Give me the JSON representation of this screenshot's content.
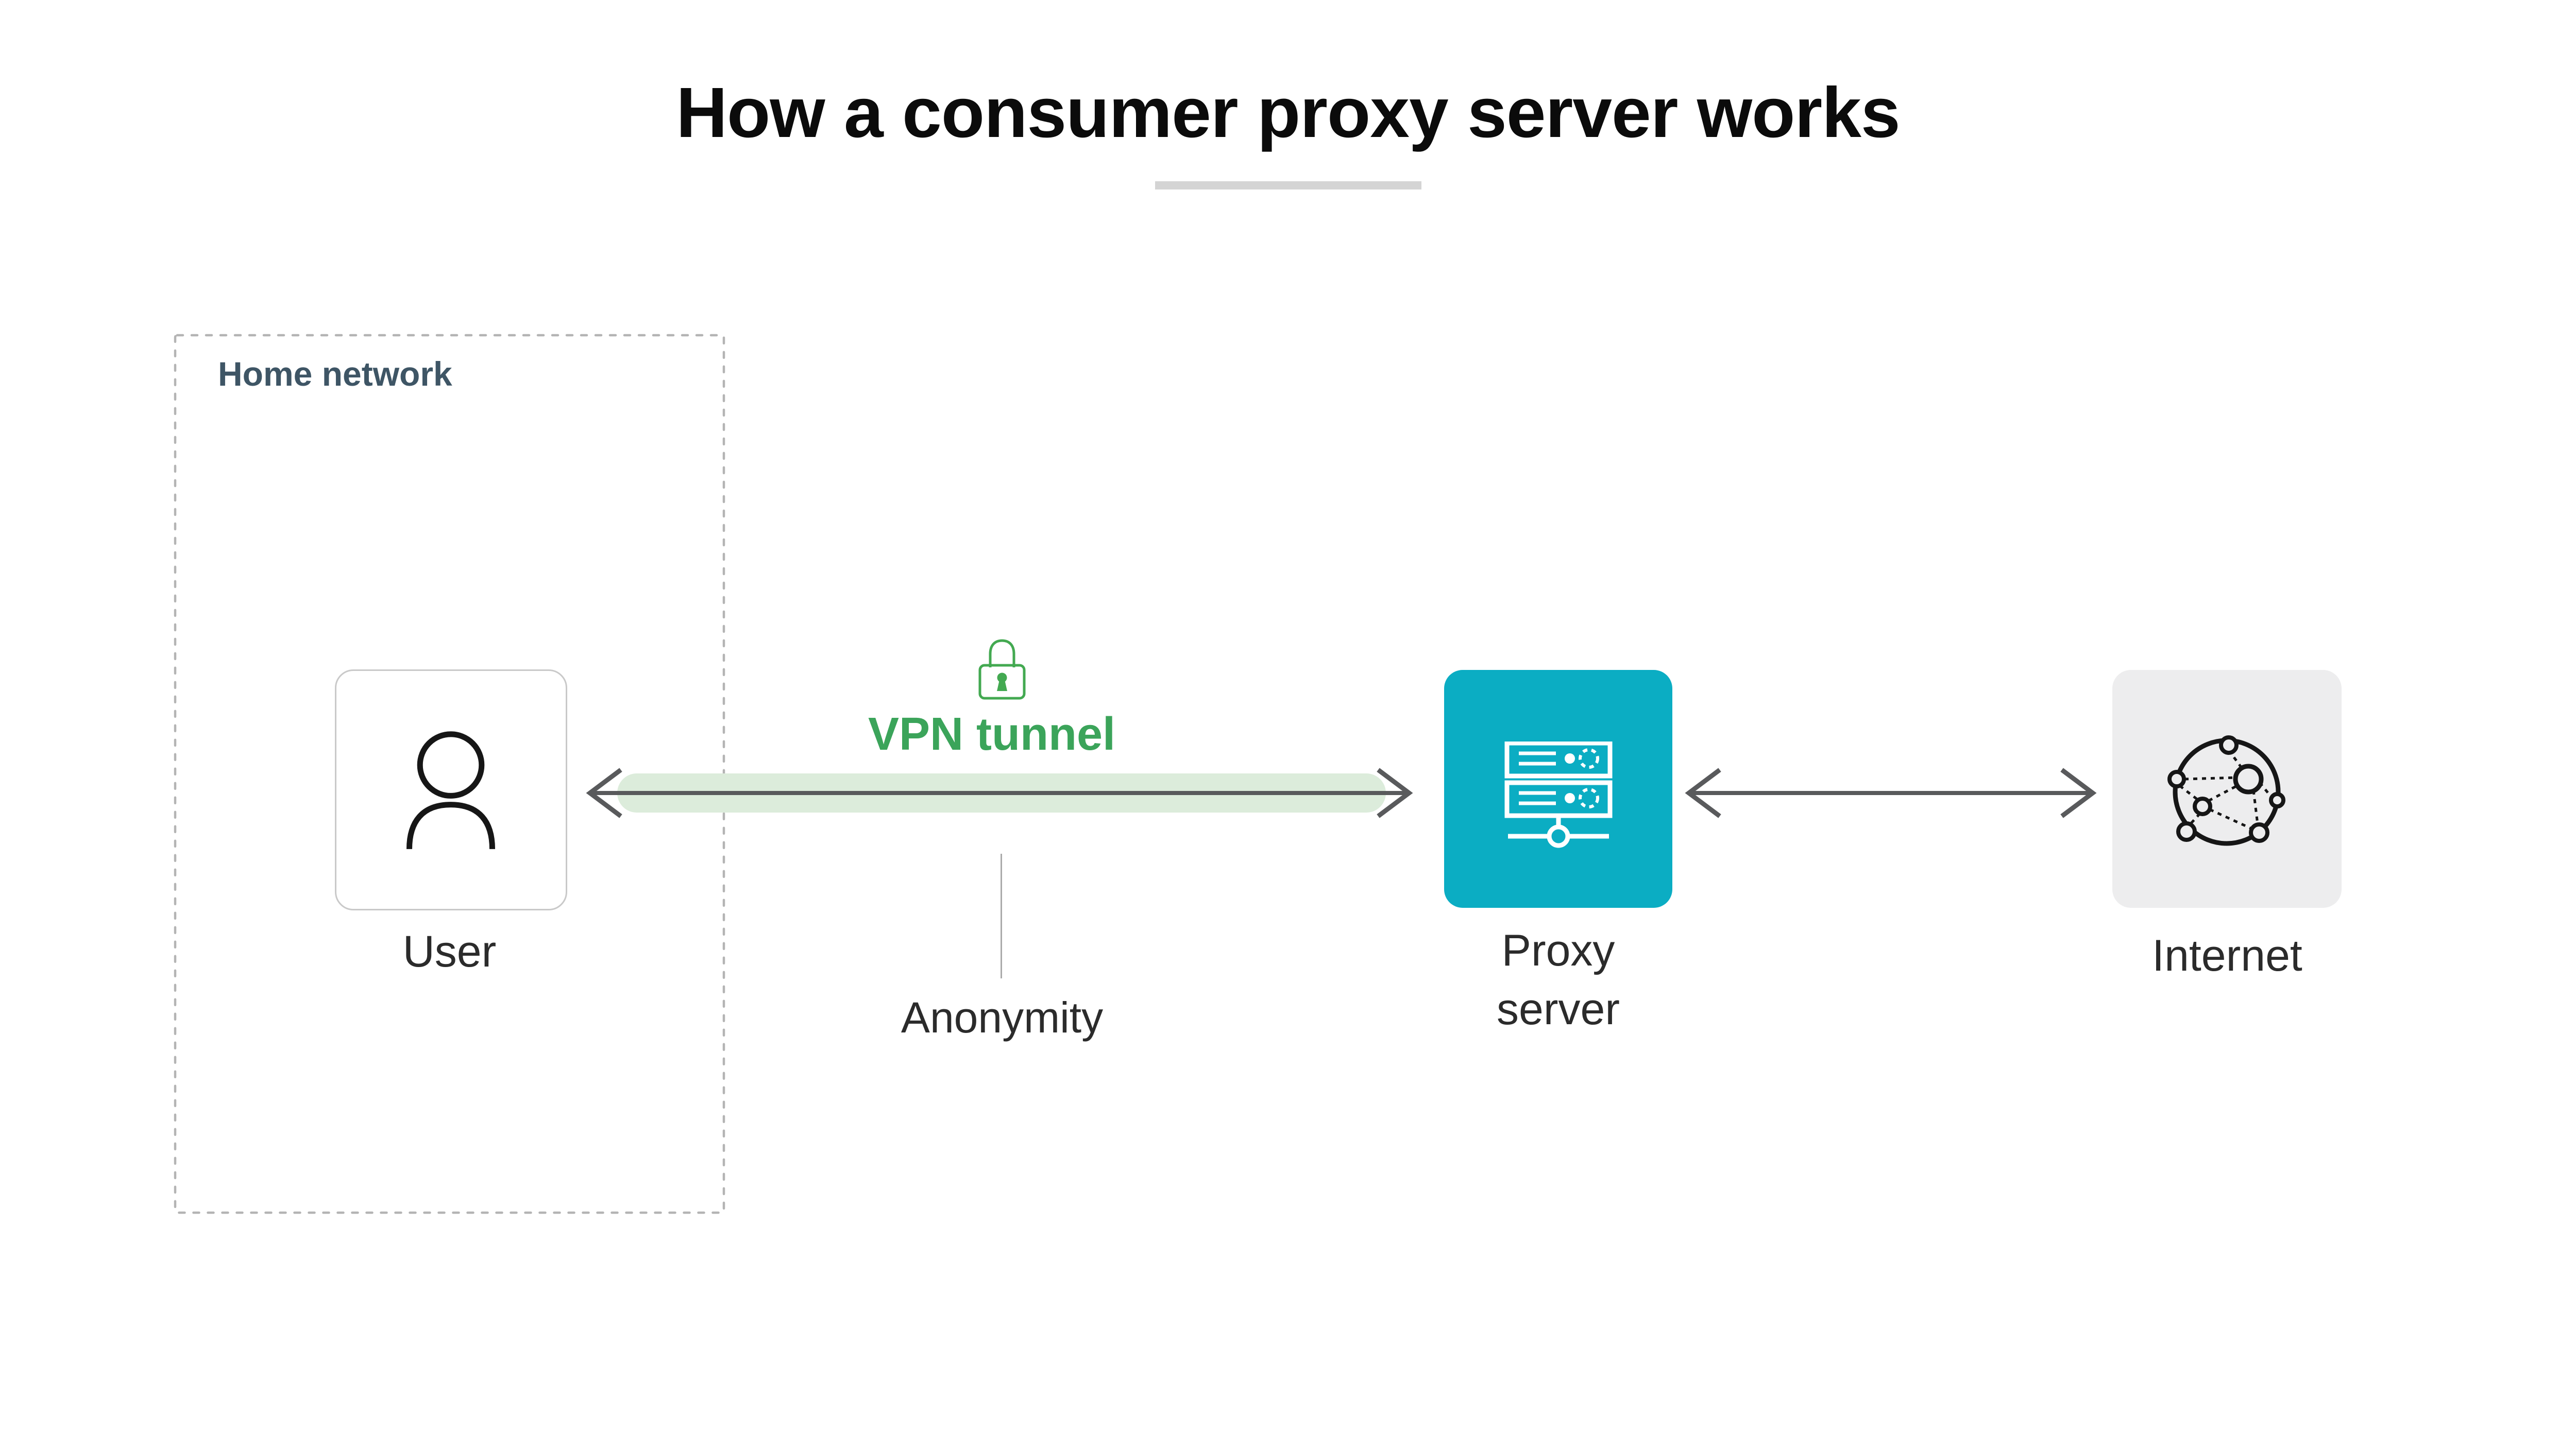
{
  "title": "How a consumer proxy server works",
  "home_network": {
    "label": "Home network"
  },
  "nodes": [
    {
      "id": "user",
      "label": "User",
      "icon": "person-icon"
    },
    {
      "id": "proxy-server",
      "label": "Proxy server",
      "icon": "server-icon"
    },
    {
      "id": "internet",
      "label": "Internet",
      "icon": "network-globe-icon"
    }
  ],
  "vpn_tunnel": {
    "label": "VPN tunnel",
    "icon": "lock-icon"
  },
  "annotations": {
    "anonymity": "Anonymity"
  },
  "colors": {
    "proxy_box": "#0BADC3",
    "internet_box": "#EDEDEE",
    "tunnel_fill": "#DCECDB",
    "vpn_green": "#3BA45A",
    "lock_green": "#43A951",
    "arrow_gray": "#595A5C",
    "dash_gray": "#B4B4B4",
    "card_border": "#C9C9C9",
    "home_label": "#3E5565",
    "text_dark": "#2B2B2B",
    "title_color": "#0B0B0B",
    "underline_gray": "#D4D4D4",
    "line_gray": "#AAAAAA",
    "icon_ink": "#161616"
  }
}
